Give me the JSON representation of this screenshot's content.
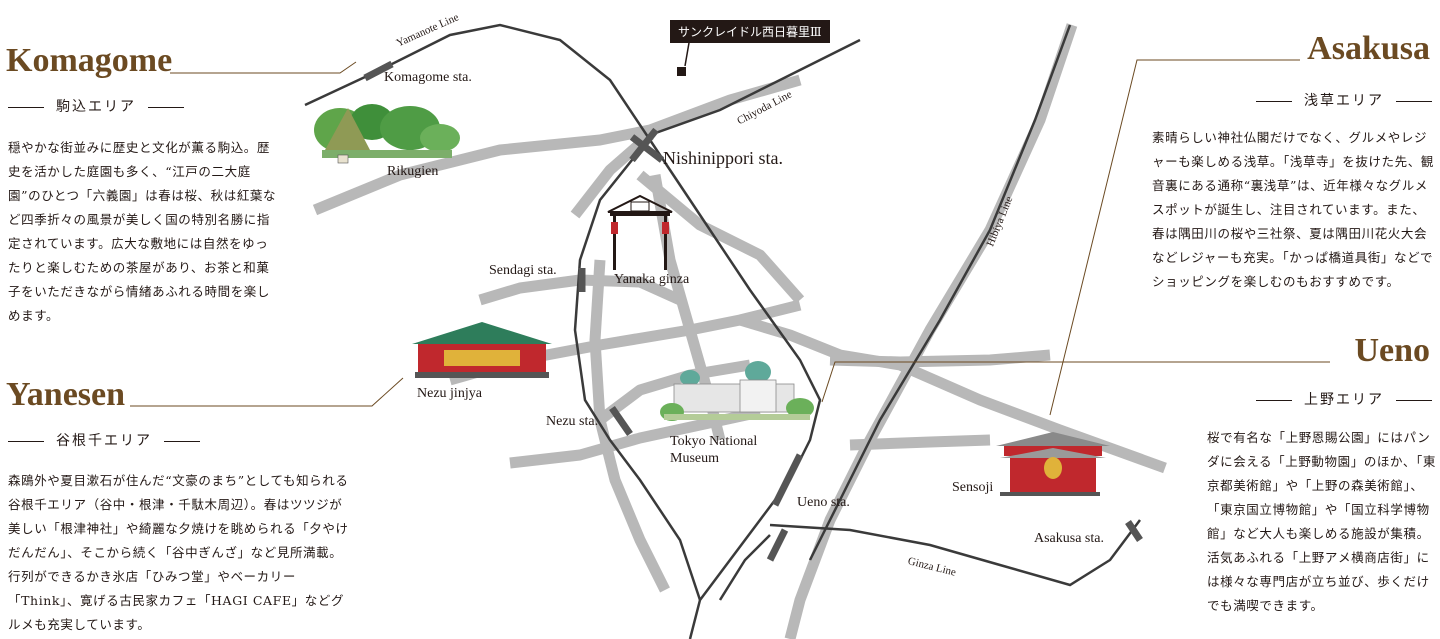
{
  "komagome": {
    "title": "Komagome",
    "subtitle": "駒込エリア",
    "text": "穏やかな街並みに歴史と文化が薫る駒込。歴史を活かした庭園も多く、“江戸の二大庭園”のひとつ「六義園」は春は桜、秋は紅葉など四季折々の風景が美しく国の特別名勝に指定されています。広大な敷地には自然をゆったりと楽しむための茶屋があり、お茶と和菓子をいただきながら情緒あふれる時間を楽しめます。"
  },
  "yanesen": {
    "title": "Yanesen",
    "subtitle": "谷根千エリア",
    "text": "森鴎外や夏目漱石が住んだ“文豪のまち”としても知られる谷根千エリア（谷中・根津・千駄木周辺）。春はツツジが美しい「根津神社」や綺麗な夕焼けを眺められる「夕やけだんだん」、そこから続く「谷中ぎんざ」など見所満載。行列ができるかき氷店「ひみつ堂」やベーカリー「Think」、寛げる古民家カフェ「HAGI CAFE」などグルメも充実しています。"
  },
  "asakusa": {
    "title": "Asakusa",
    "subtitle": "浅草エリア",
    "text": "素晴らしい神社仏閣だけでなく、グルメやレジャーも楽しめる浅草。「浅草寺」を抜けた先、観音裏にある通称“裏浅草”は、近年様々なグルメスポットが誕生し、注目されています。また、春は隅田川の桜や三社祭、夏は隅田川花火大会などレジャーも充実。「かっぱ橋道具街」などでショッピングを楽しむのもおすすめです。"
  },
  "ueno": {
    "title": "Ueno",
    "subtitle": "上野エリア",
    "text": "桜で有名な「上野恩賜公園」にはパンダに会える「上野動物園」のほか、「東京都美術館」や「上野の森美術館」、「東京国立博物館」や「国立科学博物館」など大人も楽しめる施設が集積。活気あふれる「上野アメ横商店街」には様々な専門店が立ち並び、歩くだけでも満喫できます。"
  },
  "map": {
    "property_label": "サンクレイドル西日暮里Ⅲ",
    "stations": {
      "komagome": "Komagome sta.",
      "nishinippori": "Nishinippori sta.",
      "sendagi": "Sendagi sta.",
      "nezu": "Nezu sta.",
      "ueno": "Ueno sta.",
      "asakusa": "Asakusa sta."
    },
    "places": {
      "rikugien": "Rikugien",
      "yanaka": "Yanaka ginza",
      "nezu_jinjya": "Nezu jinjya",
      "museum": "Tokyo National Museum",
      "sensoji": "Sensoji"
    },
    "lines": {
      "yamanote": "Yamanote Line",
      "chiyoda": "Chiyoda Line",
      "hibiya": "Hibiya Line",
      "ginza": "Ginza Line"
    }
  },
  "colors": {
    "title_brown": "#6b4a22",
    "road_gray": "#b5b5b5",
    "rail_dark": "#3a3a3a",
    "shrine_red": "#c0282d",
    "roof_green": "#2e7d5b",
    "tree_green": "#3f8f3a"
  }
}
